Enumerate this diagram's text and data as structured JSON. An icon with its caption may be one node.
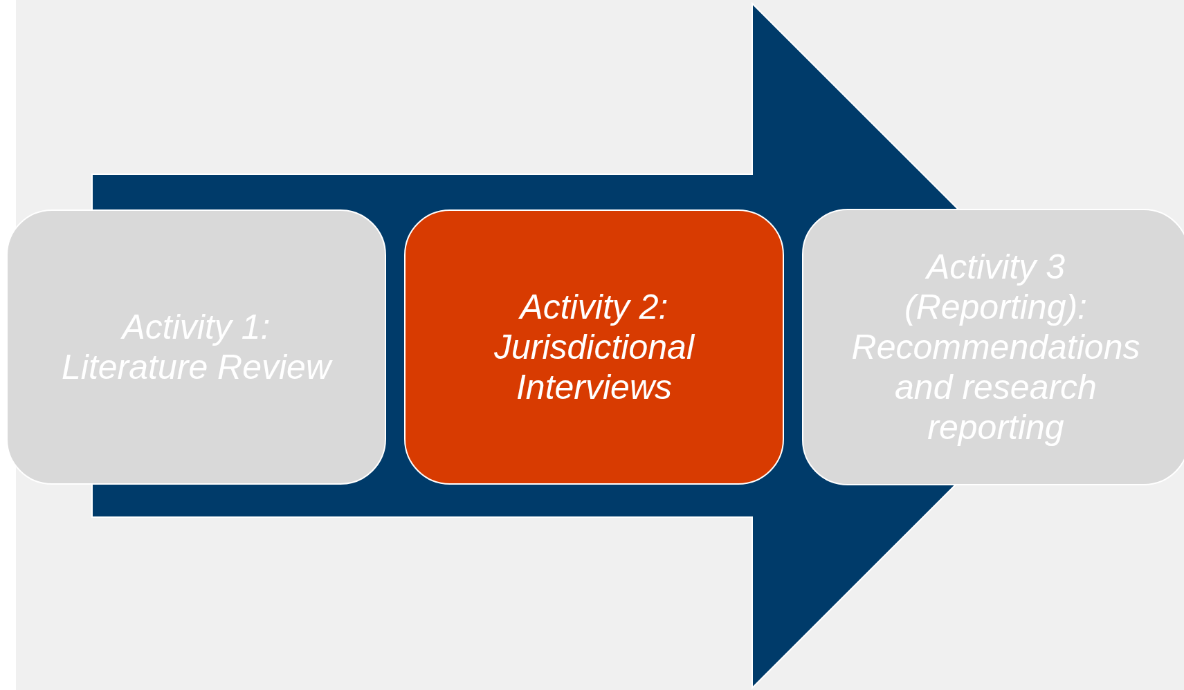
{
  "diagram": {
    "nodes": [
      {
        "text": [
          "Activity 1: Literature Review"
        ]
      },
      {
        "text": [
          "Activity 2: Jurisdictional Interviews"
        ]
      },
      {
        "text": [
          "Activity 3 (Reporting): Recommendations and research reporting"
        ]
      }
    ],
    "edges": [
      {
        "from": 0,
        "to": 2,
        "arrow": "to",
        "style": "thick"
      }
    ]
  }
}
